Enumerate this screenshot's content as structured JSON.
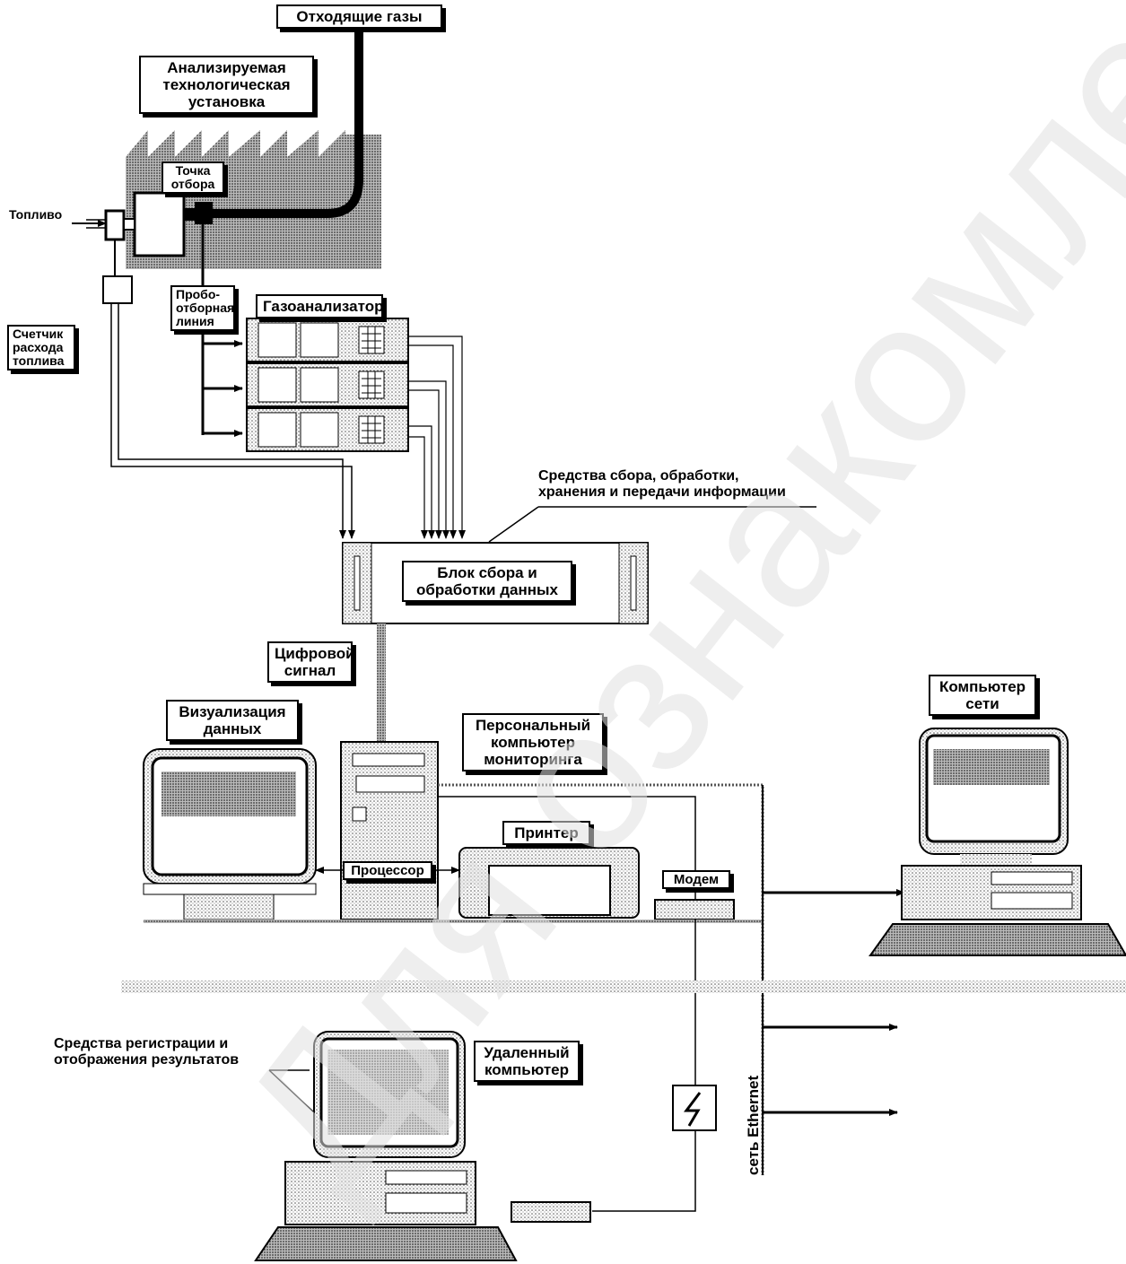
{
  "labels": {
    "exhaust": "Отходящие газы",
    "installation": "Анализируемая\nтехнологическая\nустановка",
    "sampling_point": "Точка\nотбора",
    "fuel": "Топливо",
    "fuel_meter": "Счетчик\nрасхода\nтоплива",
    "sampling_line": "Пробо-\nотборная\nлиния",
    "gas_analyzer": "Газоанализатор",
    "acquisition_means": "Средства сбора, обработки,\nхранения и передачи информации",
    "data_block": "Блок сбора и\nобработки данных",
    "digital_signal": "Цифровой\nсигнал",
    "visualization": "Визуализация\nданных",
    "pc_monitoring": "Персональный\nкомпьютер\nмониторинга",
    "network_pc": "Компьютер\nсети",
    "printer": "Принтер",
    "processor": "Процессор",
    "modem": "Модем",
    "registration_means": "Средства регистрации и\nотображения результатов",
    "remote_pc": "Удаленный\nкомпьютер",
    "ethernet": "сеть Ethernet"
  },
  "watermark": "Для ознакомления",
  "colors": {
    "ink": "#000000",
    "paper": "#ffffff",
    "stipple": "#9a9a9a",
    "watermark": "#e8e8e8"
  }
}
